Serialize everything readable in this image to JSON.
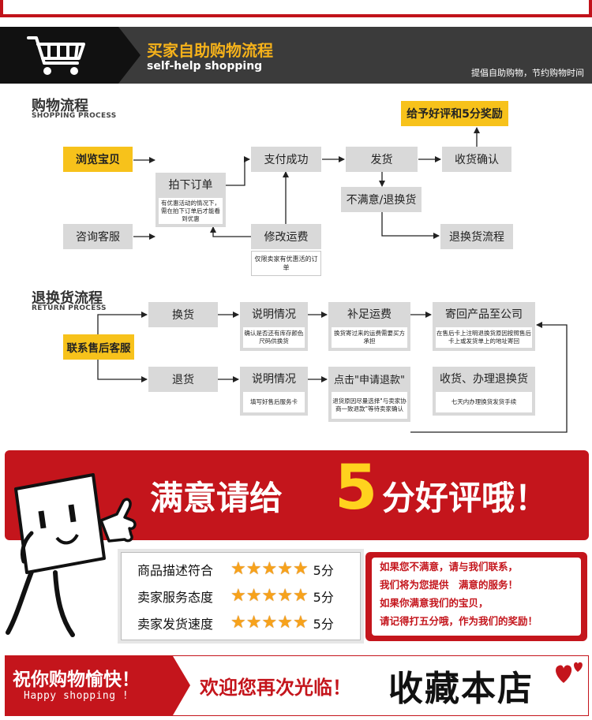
{
  "header": {
    "title": "买家自助购物流程",
    "subtitle": "self-help shopping",
    "tagline": "提倡自助购物，节约购物时间",
    "icon": "shopping-cart-icon"
  },
  "shopping": {
    "title": "购物流程",
    "subtitle": "SHOPPING PROCESS",
    "browse": "浏览宝贝",
    "consult": "咨询客服",
    "order": "拍下订单",
    "order_note": "有优惠活动的情况下，需在拍下订单后才能看到优惠",
    "pay": "支付成功",
    "modify": "修改运费",
    "modify_note": "仅限卖家有优惠活的订单",
    "ship": "发货",
    "receive": "收货确认",
    "reward": "给予好评和5分奖励",
    "unhappy": "不满意/退换货",
    "return_flow": "退换货流程"
  },
  "returns": {
    "title": "退换货流程",
    "subtitle": "RETURN PROCESS",
    "contact": "联系售后客服",
    "exchange": "换货",
    "explain1": "说明情况",
    "explain1_note": "确认是否还有库存颜色尺码供换货",
    "shipping": "补足运费",
    "shipping_note": "换货寄过来的运费需要买方承担",
    "sendback": "寄回产品至公司",
    "sendback_note": "在售后卡上注明退换货原因按照售后卡上或发货单上的地址寄回",
    "refund": "退货",
    "explain2": "说明情况",
    "explain2_note": "填写好售后服务卡",
    "apply": "点击\"申请退款\"",
    "apply_note": "退货原因尽量选择\"与卖家协商一致退款\"等待卖家确认",
    "process": "收货、办理退换货",
    "process_note": "七天内办理换货发货手续"
  },
  "banner": {
    "text1": "满意请给",
    "five": "5",
    "text2": "分好评哦！"
  },
  "ratings": [
    {
      "label": "商品描述符合",
      "stars": 5,
      "value": "5分"
    },
    {
      "label": "卖家服务态度",
      "stars": 5,
      "value": "5分"
    },
    {
      "label": "卖家发货速度",
      "stars": 5,
      "value": "5分"
    }
  ],
  "message": {
    "lines": [
      "如果您不满意，请与我们联系，",
      "我们将为您提供　满意的服务！",
      "如果你满意我们的宝贝，",
      "请记得打五分哦，作为我们的奖励！"
    ]
  },
  "footer": {
    "wish": "祝你购物愉快！",
    "wish_en": "Happy shopping !",
    "welcome": "欢迎您再次光临！",
    "collect": "收藏本店",
    "heart_icon": "hearts-icon"
  },
  "colors": {
    "red": "#c4151c",
    "yellow": "#f7c21b",
    "gray": "#d9d9d9",
    "star": "#f7a21b"
  }
}
